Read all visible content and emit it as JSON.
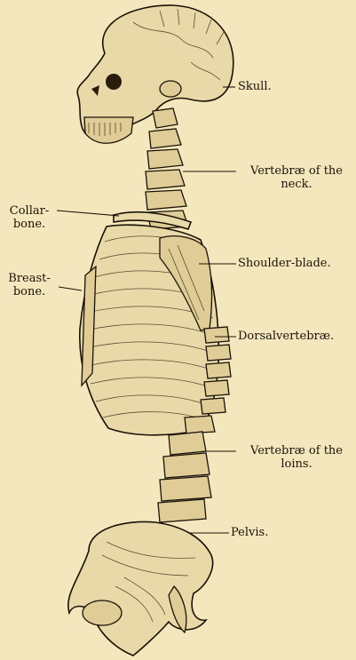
{
  "labels": {
    "skull": "Skull.",
    "neck_vertebrae_1": "Vertebræ of the",
    "neck_vertebrae_2": "neck.",
    "collarbone_1": "Collar-",
    "collarbone_2": "bone.",
    "shoulder_blade": "Shoulder-blade.",
    "breastbone_1": "Breast-",
    "breastbone_2": "bone.",
    "dorsal_vertebrae": "Dorsalvertebræ.",
    "loin_vertebrae_1": "Vertebræ of the",
    "loin_vertebrae_2": "loins.",
    "pelvis": "Pelvis."
  },
  "colors": {
    "paper": "#f5e7bd",
    "ink": "#1a1208"
  }
}
